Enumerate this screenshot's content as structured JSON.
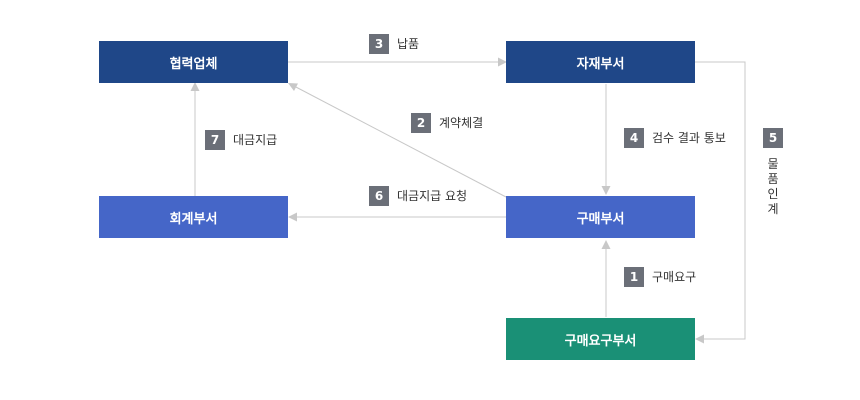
{
  "nodes": {
    "partner": "협력업체",
    "materials": "자재부서",
    "accounting": "회계부서",
    "purchasing": "구매부서",
    "requesting": "구매요구부서"
  },
  "steps": [
    {
      "num": "1",
      "label": "구매요구"
    },
    {
      "num": "2",
      "label": "계약체결"
    },
    {
      "num": "3",
      "label": "납품"
    },
    {
      "num": "4",
      "label": "검수 결과 통보"
    },
    {
      "num": "5",
      "label": "물품인계"
    },
    {
      "num": "6",
      "label": "대금지급 요청"
    },
    {
      "num": "7",
      "label": "대금지급"
    }
  ],
  "colors": {
    "dark_blue": "#1f4788",
    "mid_blue": "#4566c8",
    "teal": "#1a9076",
    "badge": "#6b6f78",
    "arrow": "#c8c8c8"
  }
}
